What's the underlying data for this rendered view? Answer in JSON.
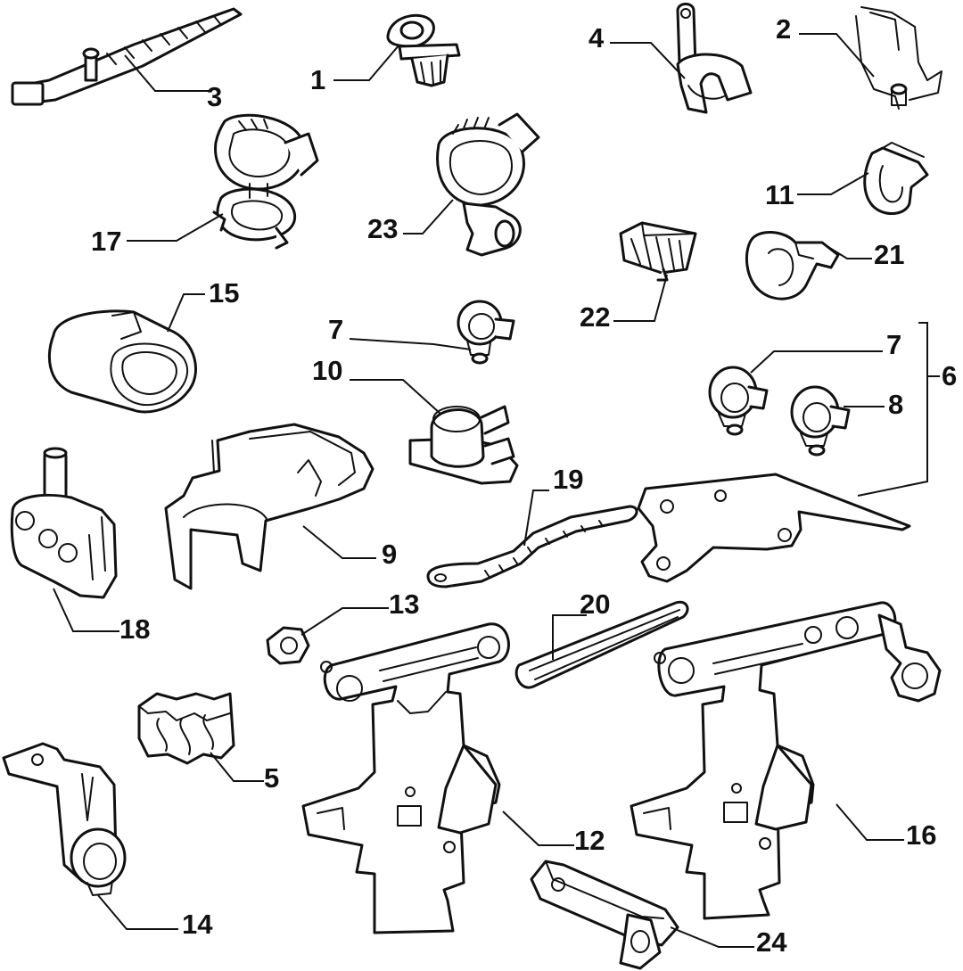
{
  "callouts": {
    "c1": "1",
    "c2": "2",
    "c3": "3",
    "c4": "4",
    "c5": "5",
    "c6": "6",
    "c7a": "7",
    "c7b": "7",
    "c8": "8",
    "c9": "9",
    "c10": "10",
    "c11": "11",
    "c12": "12",
    "c13": "13",
    "c14": "14",
    "c15": "15",
    "c16": "16",
    "c17": "17",
    "c18": "18",
    "c19": "19",
    "c20": "20",
    "c21": "21",
    "c22": "22",
    "c23": "23",
    "c24": "24"
  },
  "colors": {
    "line": "#111111",
    "background": "#ffffff"
  }
}
